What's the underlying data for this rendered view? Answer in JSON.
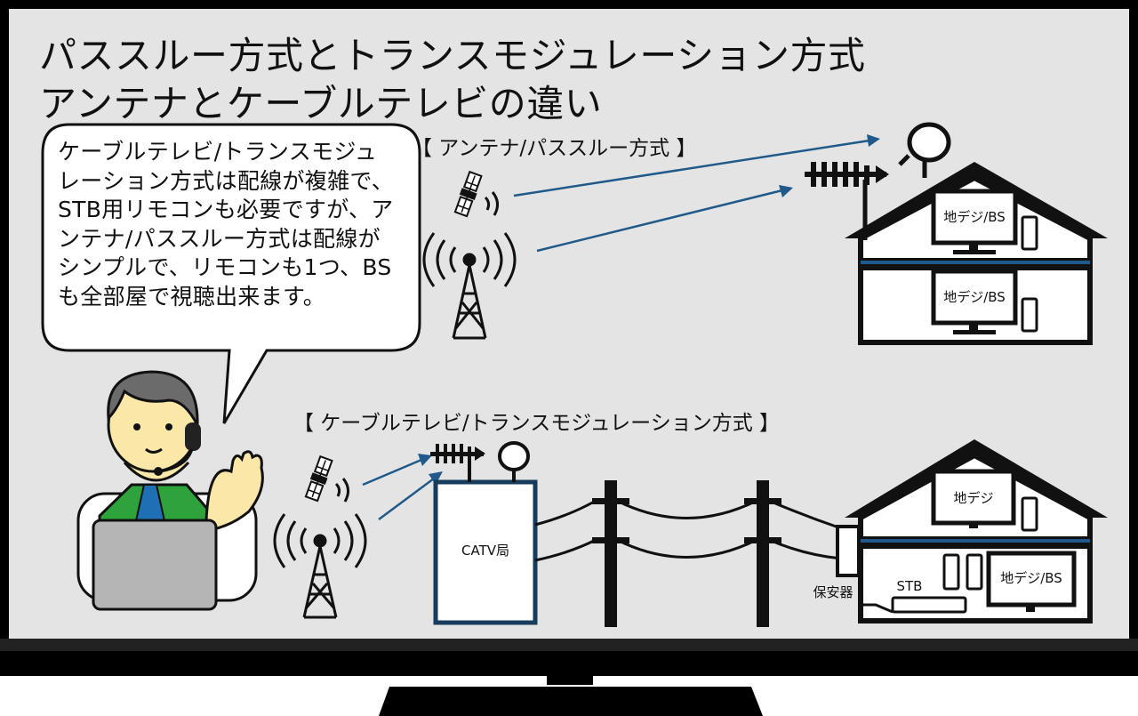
{
  "title": {
    "line1": "パススルー方式とトランスモジュレーション方式",
    "line2": "アンテナとケーブルテレビの違い"
  },
  "speech_bubble": {
    "text": "ケーブルテレビ/トランスモジュレーション方式は配線が複雑で、STB用リモコンも必要ですが、アンテナ/パススルー方式は配線がシンプルで、リモコンも1つ、BSも全部屋で視聴出来ます。"
  },
  "sections": {
    "antenna": "【 アンテナ/パススルー方式 】",
    "cable": "【 ケーブルテレビ/トランスモジュレーション方式 】"
  },
  "labels": {
    "tv_top_upper": "地デジ/BS",
    "tv_top_lower": "地デジ/BS",
    "tv_bottom_upper": "地デジ",
    "tv_bottom_lower": "地デジ/BS",
    "catv": "CATV局",
    "stb": "STB",
    "protector": "保安器"
  },
  "colors": {
    "screen_bg": "#e4e4e4",
    "arrow": "#1f5a8a",
    "station_border": "#163b5c",
    "vest": "#2ea33b",
    "skin": "#fbe7a8"
  }
}
